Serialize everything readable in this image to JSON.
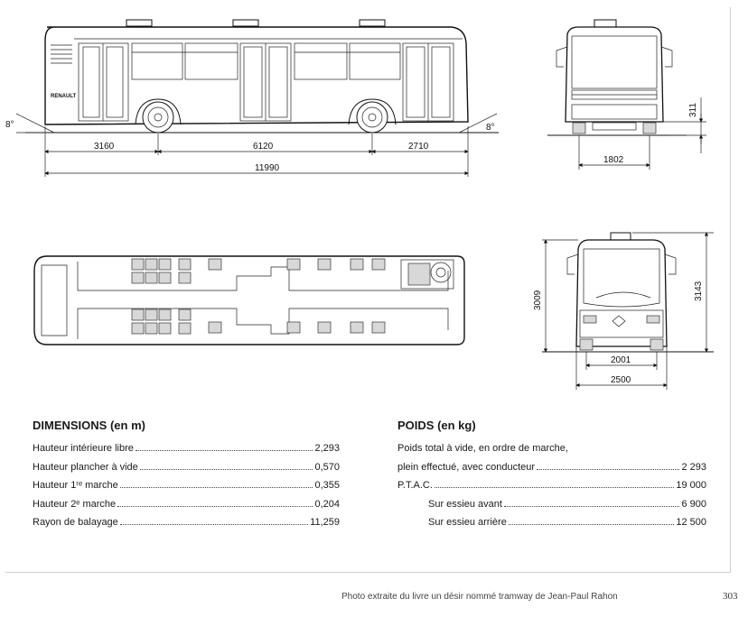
{
  "drawing": {
    "side_view": {
      "angle_left": "8°",
      "angle_right": "8°",
      "brand": "RENAULT",
      "dim_front_overhang": "3160",
      "dim_wheelbase": "6120",
      "dim_rear_overhang": "2710",
      "dim_total_length": "11990"
    },
    "rear_view": {
      "dim_ground_clearance": "311",
      "dim_track_width": "1802"
    },
    "front_view": {
      "dim_height_a": "3009",
      "dim_height_b": "3143",
      "dim_track_width": "2001",
      "dim_overall_width": "2500"
    }
  },
  "dimensions": {
    "title": "DIMENSIONS (en m)",
    "rows": [
      {
        "label": "Hauteur intérieure libre",
        "value": "2,293"
      },
      {
        "label": "Hauteur plancher à vide",
        "value": "0,570"
      },
      {
        "label": "Hauteur 1ʳᵉ marche",
        "value": "0,355"
      },
      {
        "label": "Hauteur 2ᵉ marche",
        "value": "0,204"
      },
      {
        "label": "Rayon de balayage",
        "value": "11,259"
      }
    ]
  },
  "poids": {
    "title": "POIDS (en kg)",
    "line1": "Poids total à vide, en ordre de marche,",
    "rows": [
      {
        "label": "plein effectué, avec conducteur",
        "value": "2 293"
      },
      {
        "label": "P.T.A.C.",
        "value": "19 000"
      },
      {
        "label": "Sur essieu avant",
        "value": "6 900"
      },
      {
        "label": "Sur essieu arrière",
        "value": "12 500"
      }
    ]
  },
  "caption": "Photo extraite du livre un désir nommé tramway de Jean-Paul Rahon",
  "page_number": "303"
}
